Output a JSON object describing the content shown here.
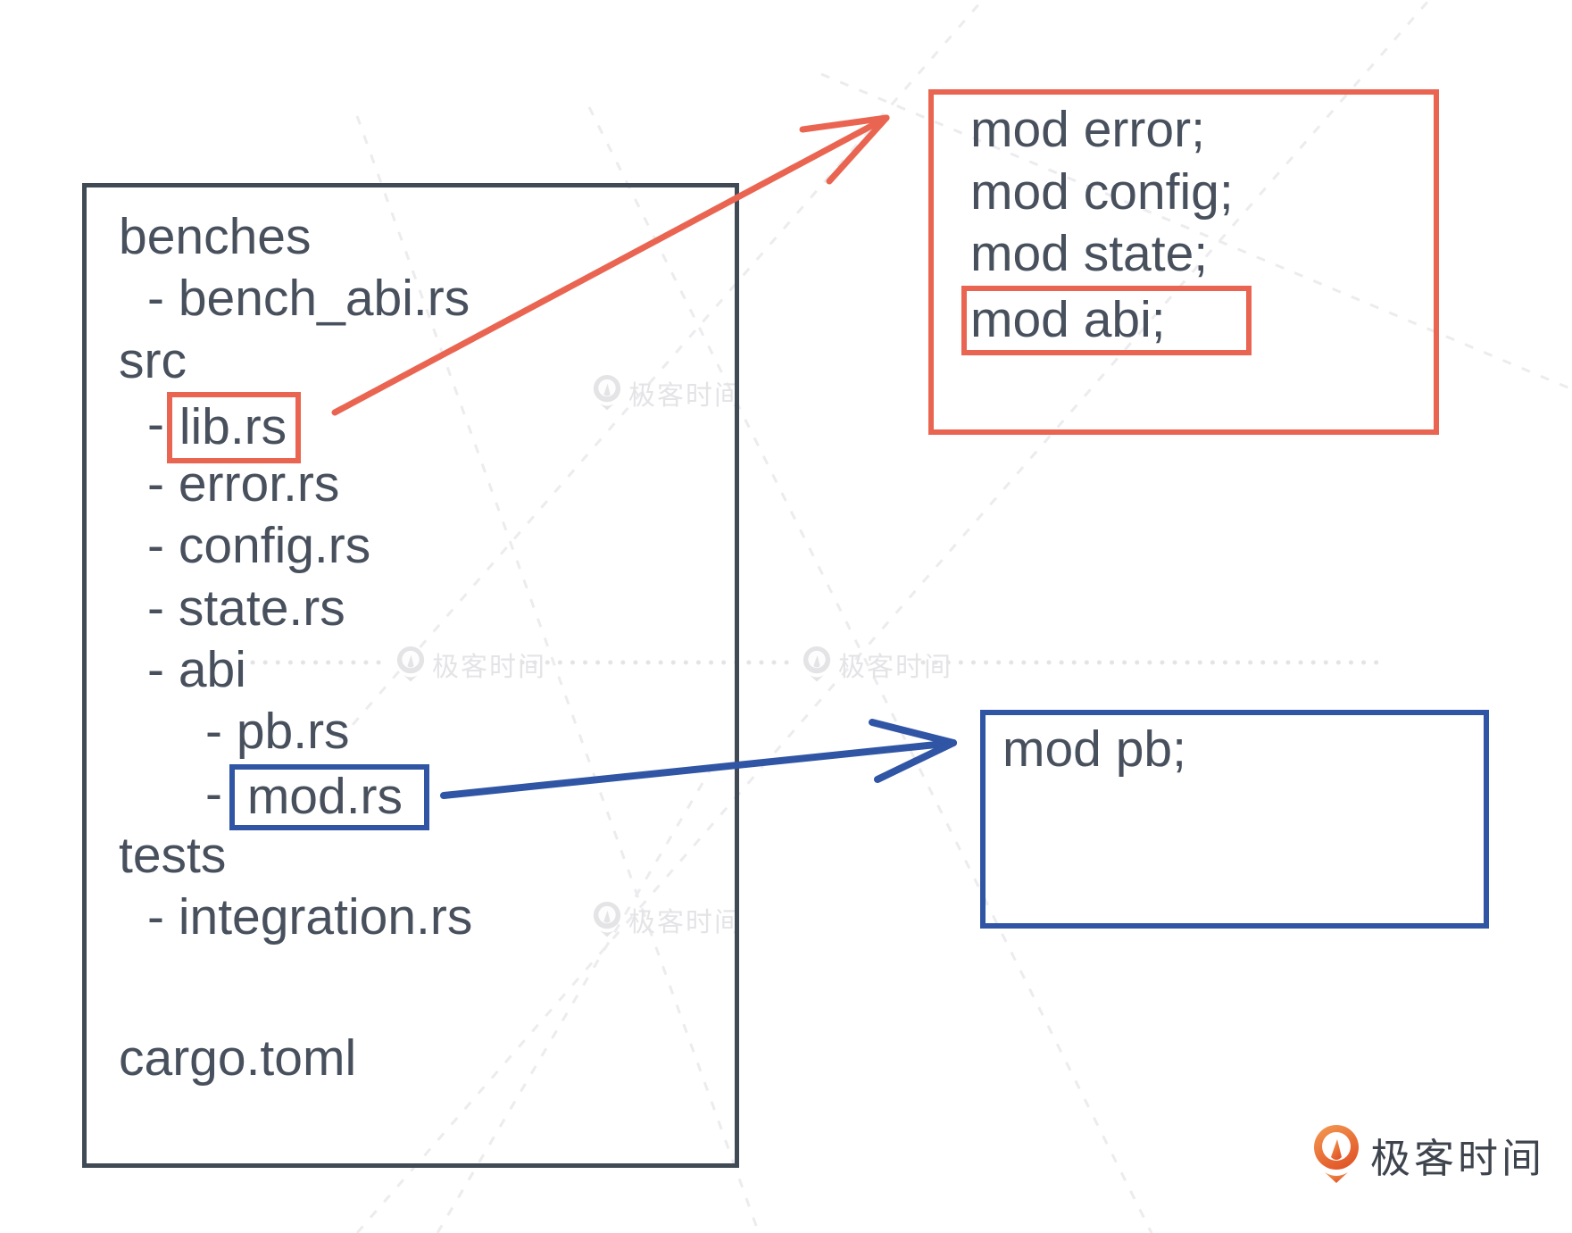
{
  "tree": {
    "items": [
      {
        "label": "benches",
        "level": 0
      },
      {
        "label": "bench_abi.rs",
        "level": 1
      },
      {
        "label": "src",
        "level": 0
      },
      {
        "label": "lib.rs",
        "level": 1,
        "highlight": "red"
      },
      {
        "label": "error.rs",
        "level": 1
      },
      {
        "label": "config.rs",
        "level": 1
      },
      {
        "label": "state.rs",
        "level": 1
      },
      {
        "label": "abi",
        "level": 1
      },
      {
        "label": "pb.rs",
        "level": 2
      },
      {
        "label": "mod.rs",
        "level": 2,
        "highlight": "blue"
      },
      {
        "label": "tests",
        "level": 0
      },
      {
        "label": "integration.rs",
        "level": 1
      },
      {
        "label": "cargo.toml",
        "level": 0,
        "gap_before": true
      }
    ],
    "item_prefix": "- "
  },
  "lib_rs_box": {
    "lines": [
      "mod error;",
      "mod config;",
      "mod state;",
      "mod abi;"
    ],
    "highlighted_line_index": 3
  },
  "mod_rs_box": {
    "lines": [
      "mod pb;"
    ],
    "highlighted_line_index": -1
  },
  "watermark": {
    "text": "极客时间"
  },
  "logo": {
    "text": "极客时间"
  },
  "colors": {
    "accent_red": "#EA6551",
    "accent_blue": "#2F55A4",
    "text_dark": "#47505C",
    "panel_border": "#3F4A55",
    "watermark_gray": "#E4E4E7",
    "logo_orange_top": "#F49B52",
    "logo_orange_bottom": "#E2582A"
  }
}
